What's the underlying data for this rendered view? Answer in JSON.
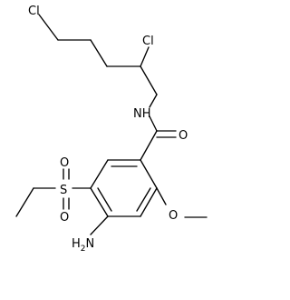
{
  "molecule": {
    "labels": {
      "cl_top": "Cl",
      "cl_mid": "Cl",
      "nh": "NH",
      "o_carbonyl": "O",
      "o_methoxy": "O",
      "o_sulfonyl_top": "O",
      "o_sulfonyl_bottom": "O",
      "s": "S",
      "amine_h": "H",
      "amine_sub": "2",
      "amine_n": "N"
    }
  }
}
